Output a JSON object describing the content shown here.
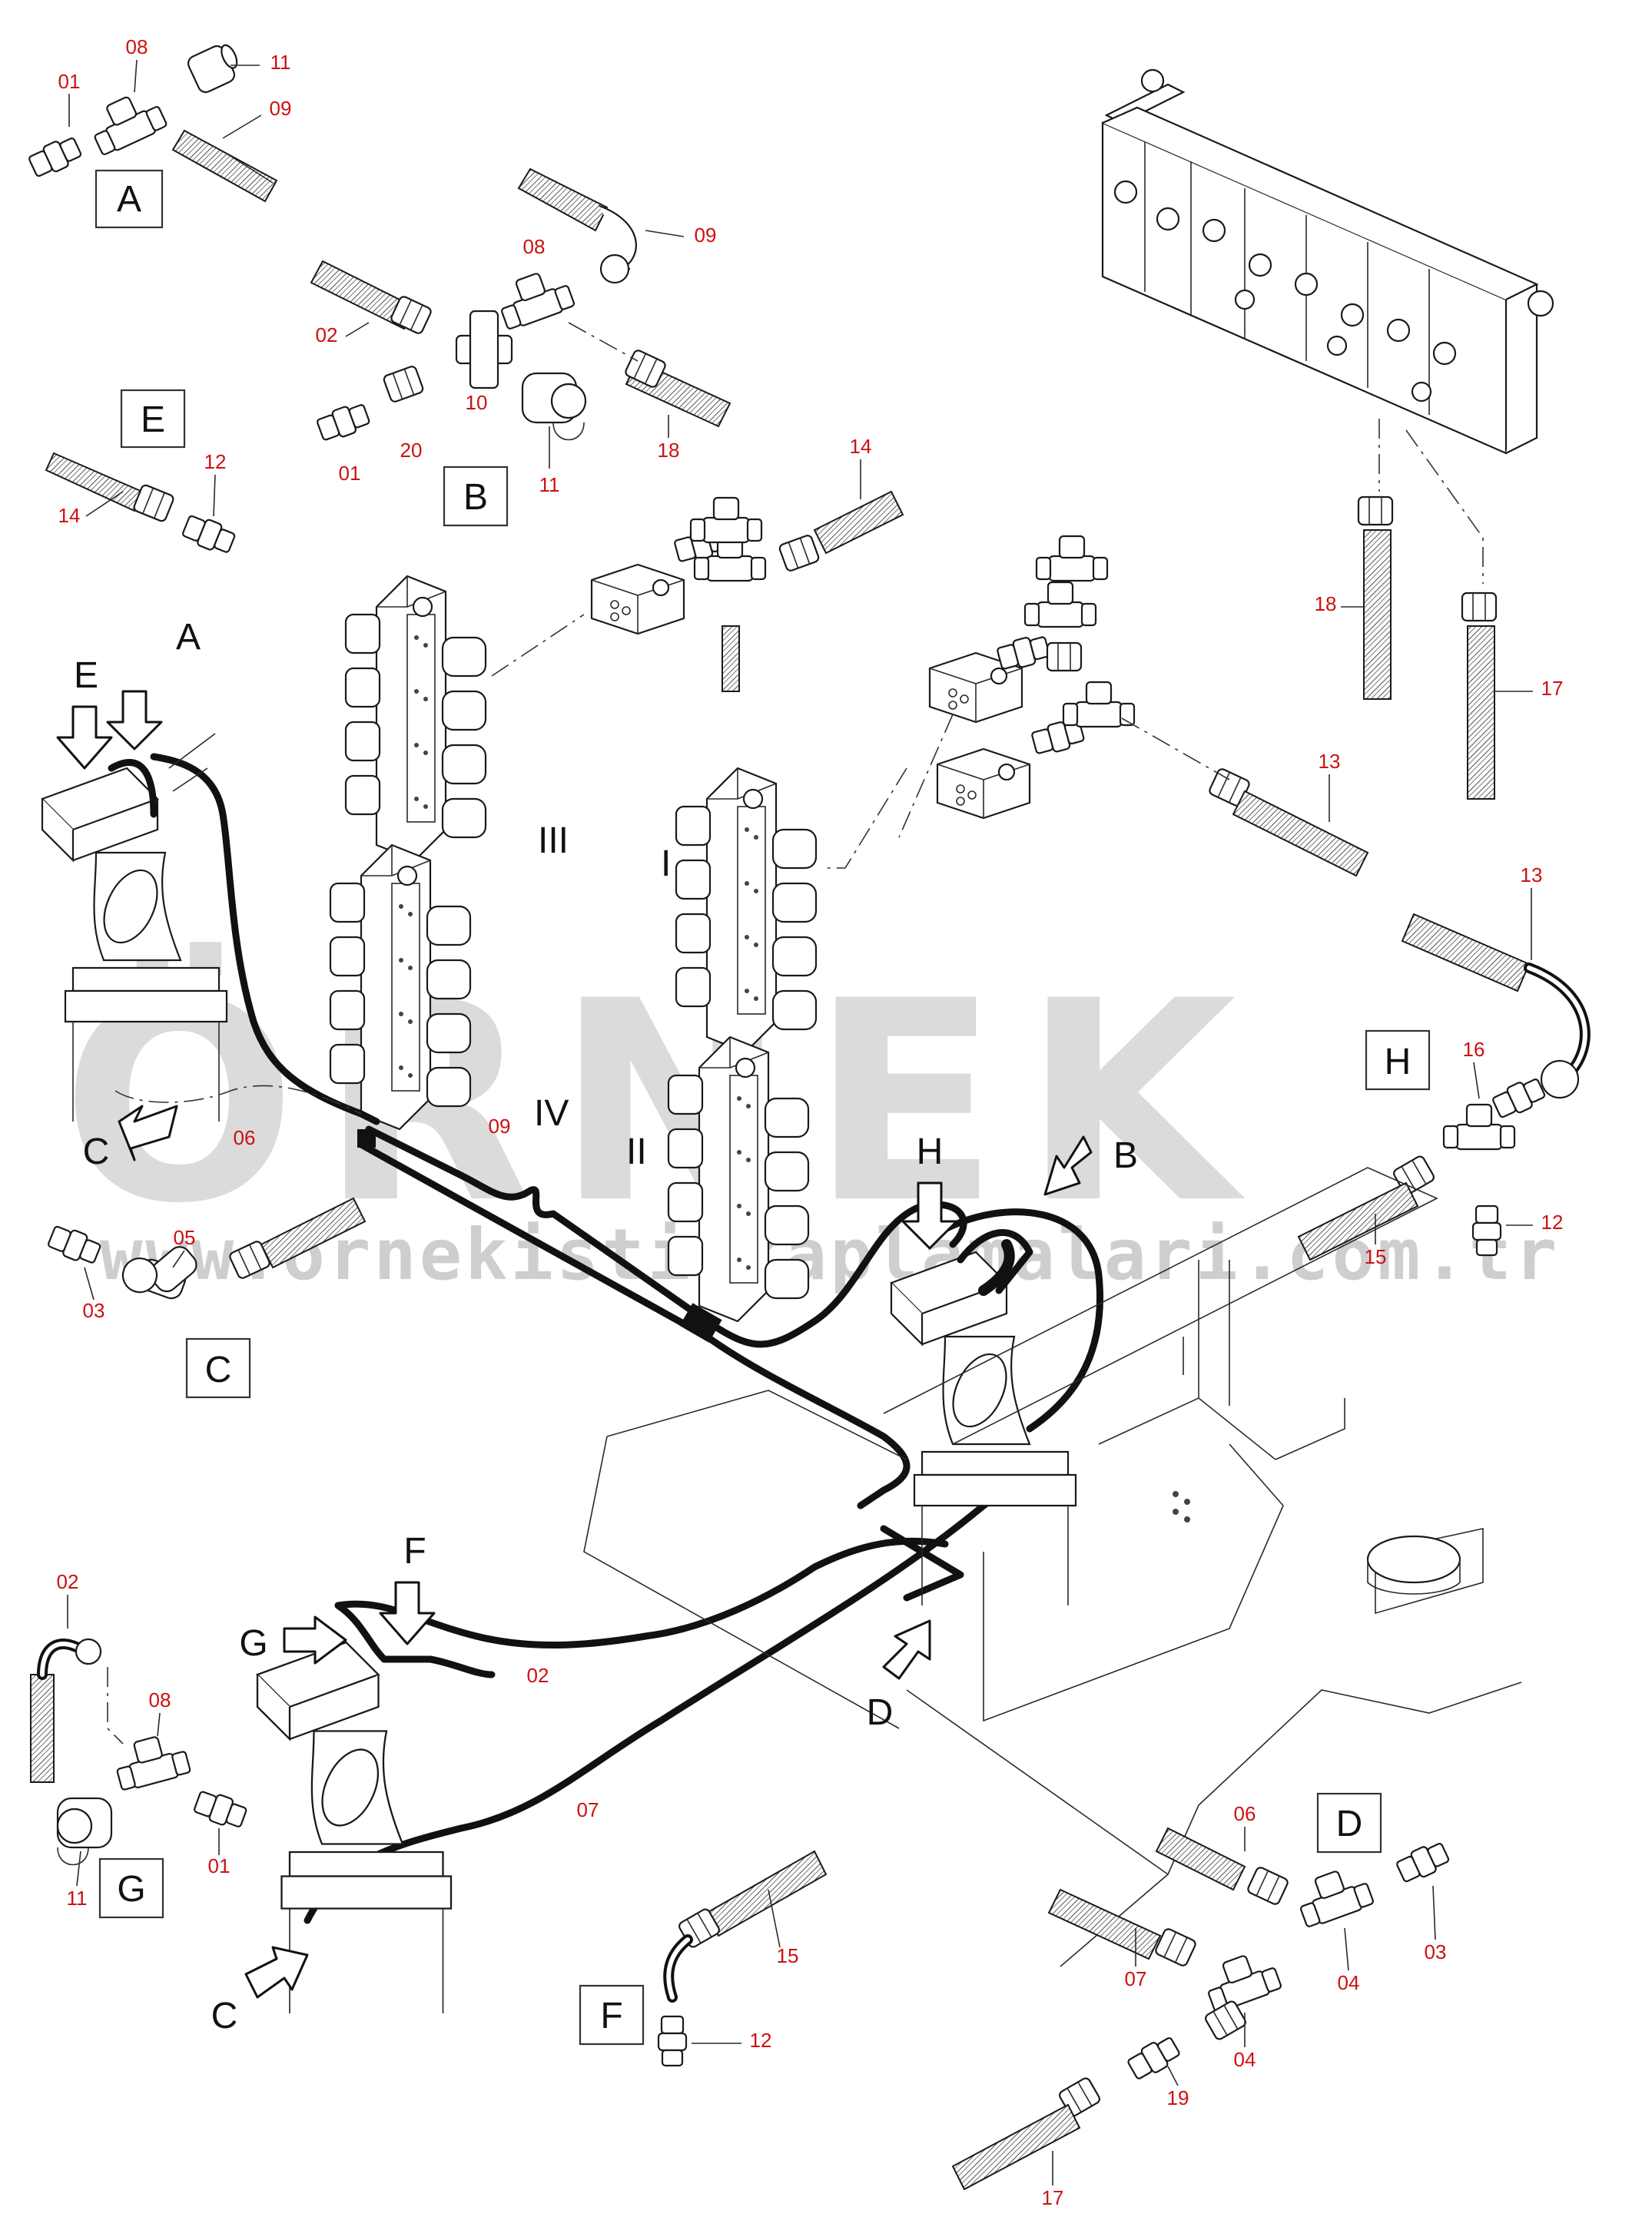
{
  "watermark": {
    "brand": "ÖRNEK",
    "url": "www.ornekistifkaplamalari.com.tr",
    "accent_color": "#f2c94c"
  },
  "callouts": {
    "A": "A",
    "B": "B",
    "C": "C",
    "D": "D",
    "E": "E",
    "F": "F",
    "G": "G",
    "H": "H"
  },
  "roman": {
    "I": "I",
    "II": "II",
    "III": "III",
    "IV": "IV"
  },
  "parts": {
    "p01": "01",
    "p02": "02",
    "p03": "03",
    "p04": "04",
    "p05": "05",
    "p06": "06",
    "p07": "07",
    "p08": "08",
    "p09": "09",
    "p10": "10",
    "p11": "11",
    "p12": "12",
    "p13": "13",
    "p14": "14",
    "p15": "15",
    "p16": "16",
    "p17": "17",
    "p18": "18",
    "p19": "19",
    "p20": "20"
  },
  "colors": {
    "line": "#1a1a1a",
    "part_number": "#cc1111",
    "watermark": "#d8d8d8"
  }
}
